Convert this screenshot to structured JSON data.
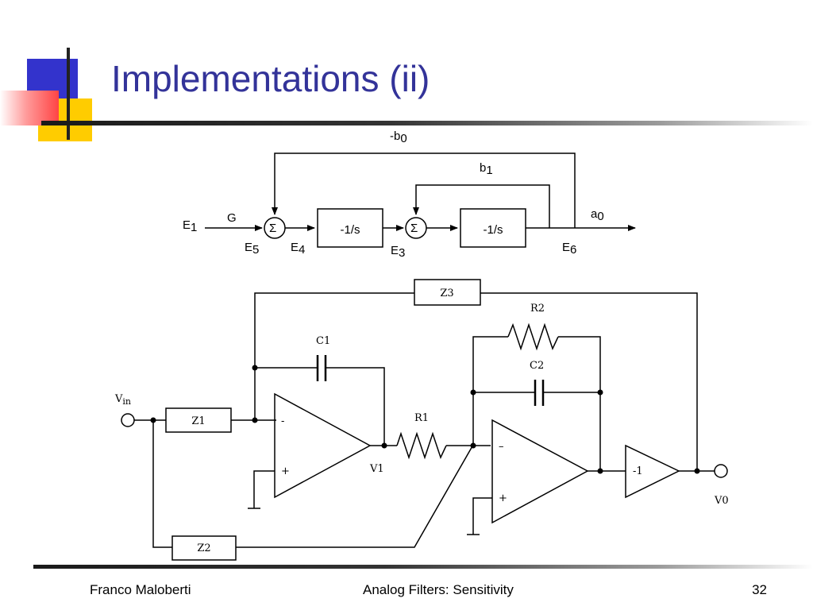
{
  "slide": {
    "title": "Implementations (ii)",
    "footer_left": "Franco Maloberti",
    "footer_center": "Analog Filters: Sensitivity",
    "page_number": "32"
  },
  "block_diagram": {
    "feedback_outer_label": "-b0",
    "feedback_outer_label_base": "-b",
    "feedback_outer_label_sub": "0",
    "feedback_inner_label_base": "b",
    "feedback_inner_label_sub": "1",
    "output_gain_base": "a",
    "output_gain_sub": "0",
    "input_gain": "G",
    "input_node_base": "E",
    "input_node_sub": "1",
    "node_e5_base": "E",
    "node_e5_sub": "5",
    "node_e4_base": "E",
    "node_e4_sub": "4",
    "node_e3_base": "E",
    "node_e3_sub": "3",
    "node_e6_base": "E",
    "node_e6_sub": "6",
    "summer_symbol": "Σ",
    "integrator_1": "-1/s",
    "integrator_2": "-1/s"
  },
  "circuit": {
    "input_label_base": "V",
    "input_label_sub": "in",
    "output_label": "V0",
    "z1": "Z1",
    "z2": "Z2",
    "z3": "Z3",
    "c1": "C1",
    "c2": "C2",
    "r1": "R1",
    "r2": "R2",
    "v1": "V1",
    "inverter_gain": "-1",
    "opamp_minus": "-",
    "opamp_plus": "+",
    "opamp2_minus": "–",
    "opamp2_plus": "+"
  }
}
